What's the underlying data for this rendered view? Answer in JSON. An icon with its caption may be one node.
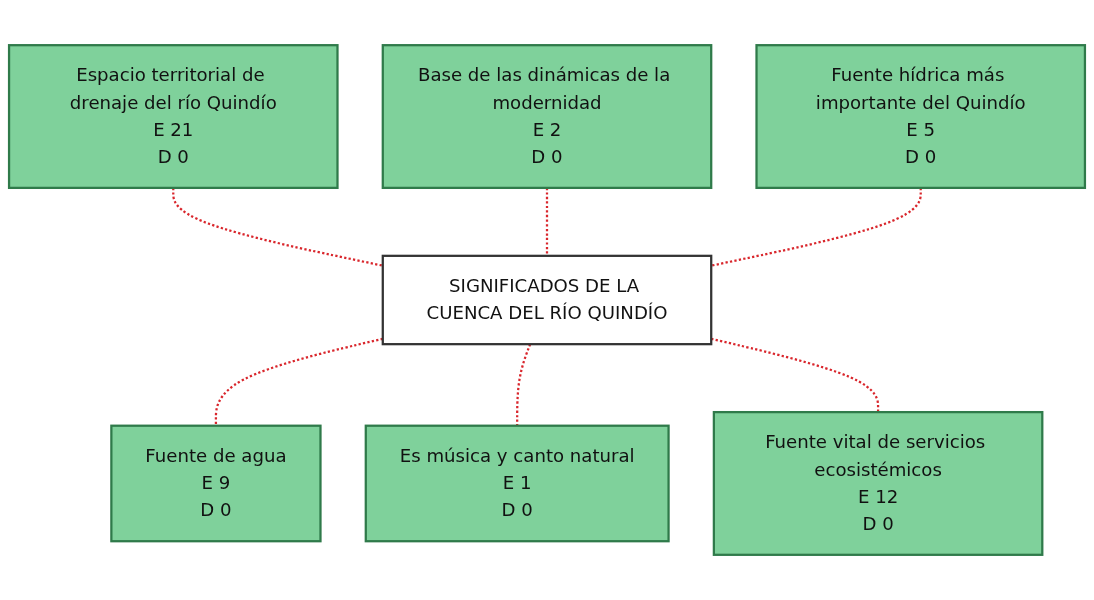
{
  "diagram": {
    "nodes": [
      {
        "text": [
          "Espacio territorial de drenaje del río Quindío",
          "E 21",
          "D 0"
        ]
      },
      {
        "text": [
          "Base de las dinámicas de la modernidad",
          "E 2",
          "D 0"
        ]
      },
      {
        "text": [
          "SIGNIFICADOS DE LA CUENCA DEL RÍO QUINDÍO"
        ]
      },
      {
        "text": [
          "Fuente hídrica más importante del Quindío",
          "E 5",
          "D 0"
        ]
      },
      {
        "text": [
          "Fuente de agua",
          "E 9",
          "D 0"
        ]
      },
      {
        "text": [
          "Es música y canto natural",
          "E 1",
          "D 0"
        ]
      },
      {
        "text": [
          "Fuente vital de servicios ecosistémicos",
          "E 12",
          "D 0"
        ]
      }
    ],
    "edges": [
      {
        "from": 0,
        "to": 2,
        "arrow": "none",
        "style": "dashed"
      },
      {
        "from": 1,
        "to": 2,
        "arrow": "none",
        "style": "dashed"
      },
      {
        "from": 3,
        "to": 2,
        "arrow": "none",
        "style": "dashed"
      },
      {
        "from": 2,
        "to": 4,
        "arrow": "none",
        "style": "dashed"
      },
      {
        "from": 2,
        "to": 5,
        "arrow": "none",
        "style": "dashed"
      },
      {
        "from": 2,
        "to": 6,
        "arrow": "none",
        "style": "dashed"
      }
    ]
  }
}
